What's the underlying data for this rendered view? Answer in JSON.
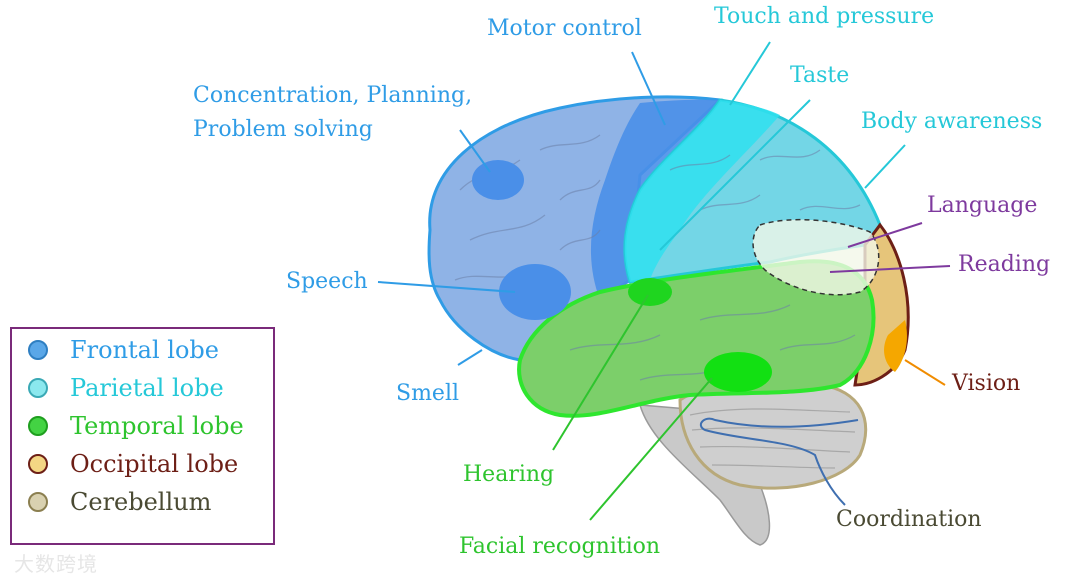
{
  "labels": {
    "motor": "Motor control",
    "touch": "Touch and pressure",
    "taste": "Taste",
    "concentration": "Concentration, Planning, Problem solving",
    "body": "Body awareness",
    "language": "Language",
    "reading": "Reading",
    "speech": "Speech",
    "smell": "Smell",
    "vision": "Vision",
    "hearing": "Hearing",
    "coordination": "Coordination",
    "facial": "Facial recognition"
  },
  "legend": [
    {
      "label": "Frontal lobe",
      "color": "#5aa7e8",
      "text_color": "#2f9ce6"
    },
    {
      "label": "Parietal lobe",
      "color": "#8be8ee",
      "text_color": "#25c8d8"
    },
    {
      "label": "Temporal lobe",
      "color": "#43d343",
      "text_color": "#2ec42e"
    },
    {
      "label": "Occipital lobe",
      "color": "#f3d684",
      "text_color": "#6d1f16"
    },
    {
      "label": "Cerebellum",
      "color": "#d9d1b0",
      "text_color": "#4a4a33"
    }
  ],
  "colors": {
    "frontal": "#2f9ce6",
    "parietal": "#25c8d8",
    "temporal": "#2ec42e",
    "occipital": "#6d1f16",
    "language": "#7e3a9e",
    "vision": "#f08c00",
    "cerebellum": "#4a4a33",
    "coordination_line": "#3f6fb0"
  },
  "watermark": "大数跨境"
}
